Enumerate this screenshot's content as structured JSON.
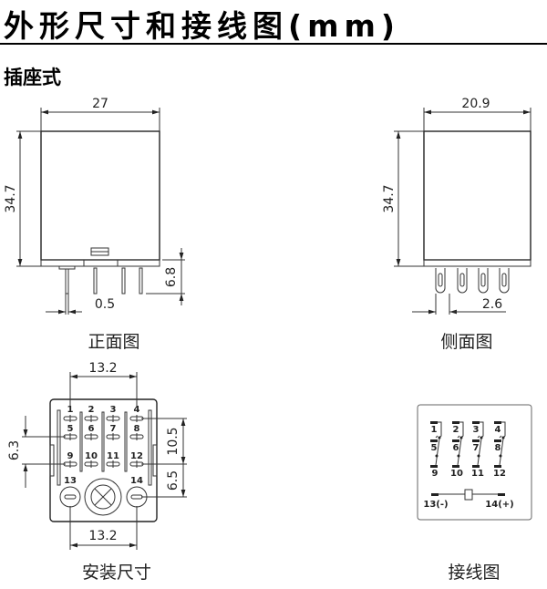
{
  "title": "外形尺寸和接线图(mm)",
  "subtitle": "插座式",
  "front_view": {
    "caption": "正面图",
    "width": "27",
    "height": "34.7",
    "pin_length": "6.8",
    "pin_width": "0.5"
  },
  "side_view": {
    "caption": "侧面图",
    "width": "20.9",
    "height": "34.7",
    "pin_pitch": "2.6"
  },
  "mounting": {
    "caption": "安装尺寸",
    "top_width": "13.2",
    "bottom_width": "13.2",
    "left_height": "6.3",
    "right_upper": "10.5",
    "right_lower": "6.5",
    "pins": [
      "1",
      "2",
      "3",
      "4",
      "5",
      "6",
      "7",
      "8",
      "9",
      "10",
      "11",
      "12",
      "13",
      "14"
    ]
  },
  "wiring": {
    "caption": "接线图",
    "pins": [
      "1",
      "2",
      "3",
      "4",
      "5",
      "6",
      "7",
      "8",
      "9",
      "10",
      "11",
      "12"
    ],
    "coil_minus": "13(-)",
    "coil_plus": "14(+)"
  }
}
